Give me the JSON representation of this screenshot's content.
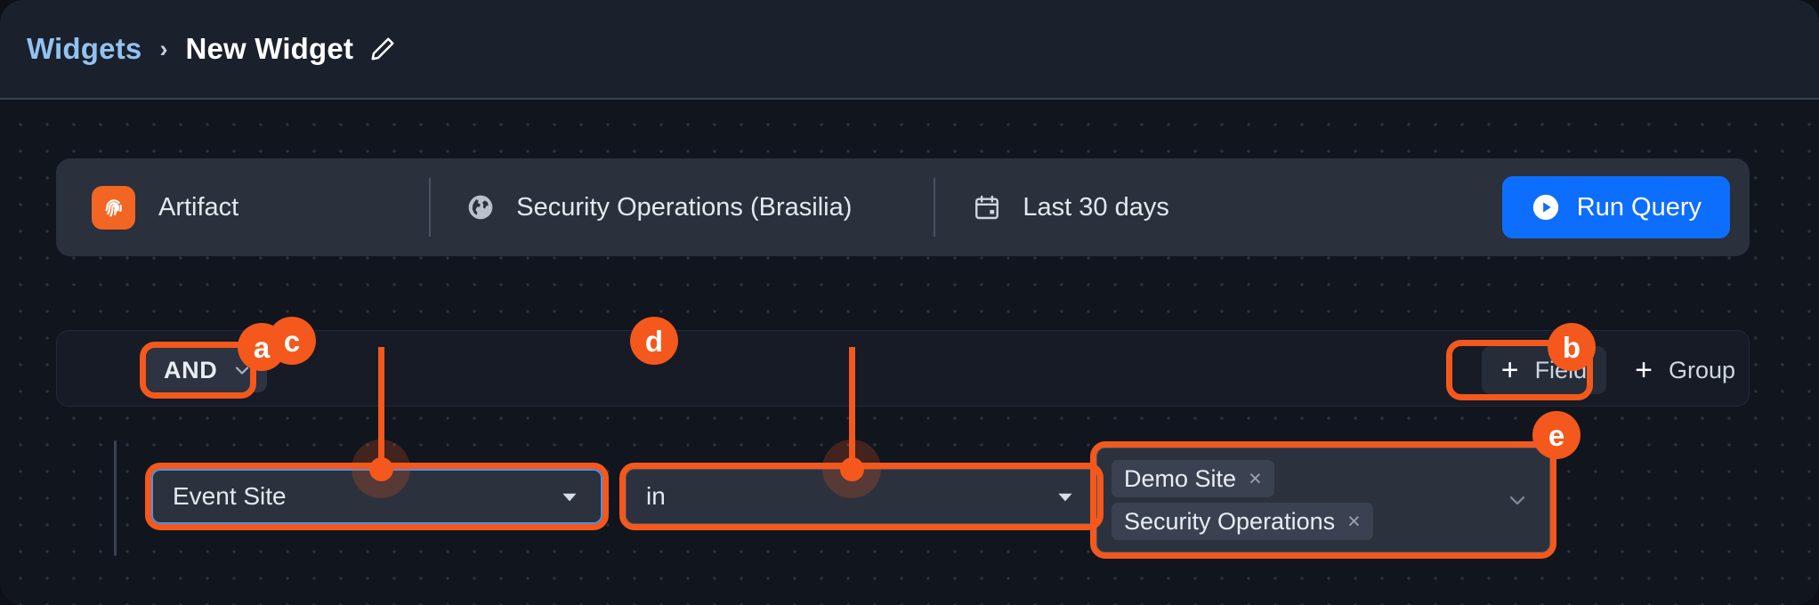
{
  "header": {
    "breadcrumb_root": "Widgets",
    "breadcrumb_separator": "›",
    "breadcrumb_current": "New Widget",
    "edit_icon": "pencil-icon"
  },
  "toolbar": {
    "artifact": {
      "icon": "fingerprint-icon",
      "label": "Artifact"
    },
    "scope": {
      "icon": "globe-icon",
      "label": "Security Operations (Brasilia)"
    },
    "date_range": {
      "icon": "calendar-icon",
      "label": "Last 30 days"
    },
    "run_query": {
      "icon": "play-circle-icon",
      "label": "Run Query"
    }
  },
  "filter_bar": {
    "logic_operator": "AND",
    "logic_chevron_icon": "chevron-down-icon",
    "add_field": {
      "plus": "+",
      "label": "Field"
    },
    "add_group": {
      "plus": "+",
      "label": "Group"
    }
  },
  "condition": {
    "field": {
      "value": "Event Site",
      "caret_icon": "caret-down-icon"
    },
    "operator": {
      "value": "in",
      "caret_icon": "caret-down-icon"
    },
    "values": {
      "chips": [
        {
          "label": "Demo Site",
          "remove_icon": "×"
        },
        {
          "label": "Security Operations",
          "remove_icon": "×"
        }
      ],
      "chevron_icon": "chevron-down-icon"
    }
  },
  "annotations": {
    "badges": [
      {
        "id": "a",
        "label": "a",
        "target": "logic-operator"
      },
      {
        "id": "b",
        "label": "b",
        "target": "add-field-button"
      },
      {
        "id": "c",
        "label": "c",
        "target": "field-select"
      },
      {
        "id": "d",
        "label": "d",
        "target": "operator-select"
      },
      {
        "id": "e",
        "label": "e",
        "target": "value-multiselect"
      }
    ]
  },
  "colors": {
    "accent_orange": "#f4581c",
    "brand_blue": "#0d6efd",
    "focus_blue": "#4d93e8",
    "link_blue": "#93c2f0",
    "artifact_orange": "#f26522",
    "canvas_bg": "#11151e",
    "panel_bg": "#2a303c",
    "header_bg": "#1a202c"
  }
}
